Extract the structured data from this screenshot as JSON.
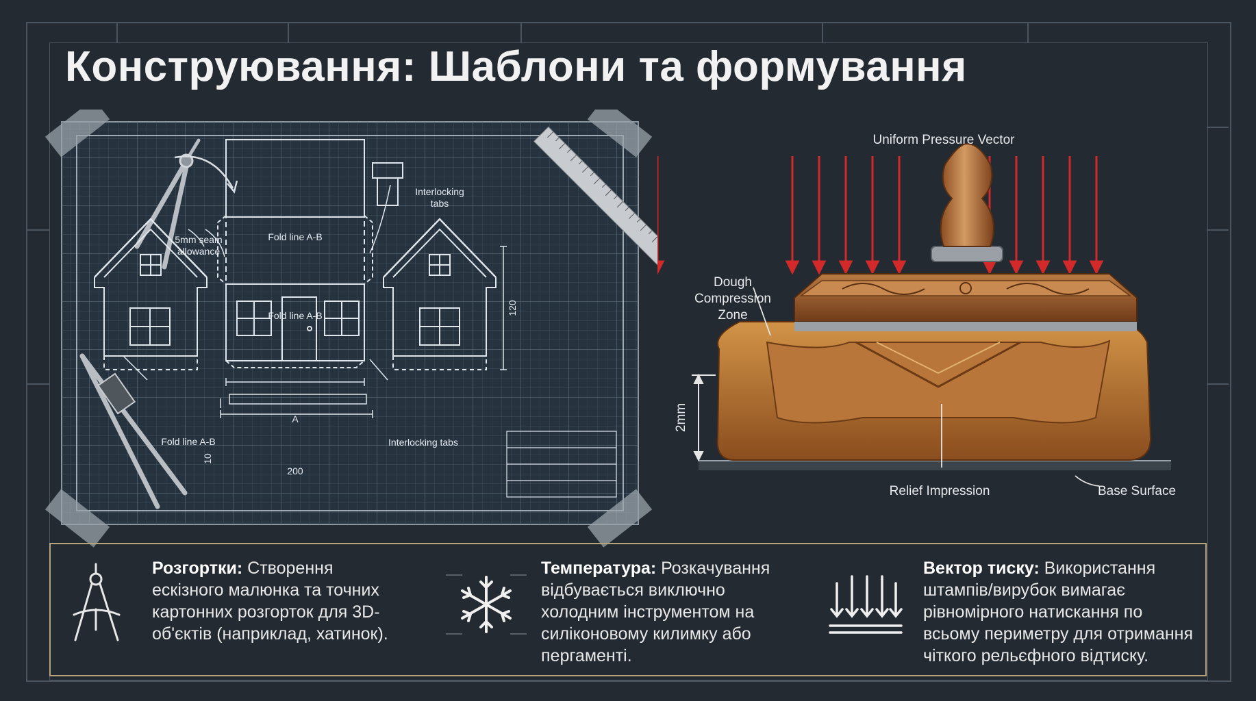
{
  "title": "Конструювання: Шаблони та формування",
  "blueprint": {
    "labels": {
      "seam": [
        "5mm seam",
        "allowance"
      ],
      "fold_top": "Fold line A-B",
      "fold_mid": "Fold line A-B",
      "fold_bottom": "Fold line A-B",
      "tabs_top": [
        "Interlocking",
        "tabs"
      ],
      "tabs_bottom": "Interlocking tabs",
      "dim_120": "120",
      "dim_200": "200",
      "dim_10": "10",
      "dim_a": "A"
    }
  },
  "stamp": {
    "labels": {
      "pressure": "Uniform Pressure Vector",
      "compression": [
        "Dough",
        "Compression",
        "Zone"
      ],
      "thickness": "2mm",
      "relief": "Relief Impression",
      "base": "Base Surface"
    }
  },
  "info": [
    {
      "icon": "compass-icon",
      "heading": "Розгортки:",
      "lines": [
        " Створення",
        "ескізного малюнка та точних",
        "картонних розгорток для 3D-",
        "об'єктів (наприклад, хатинок)."
      ]
    },
    {
      "icon": "snowflake-icon",
      "heading": "Температура:",
      "lines": [
        " Розкачування",
        "відбувається виключно",
        "холодним інструментом на",
        "силіконовому килимку або",
        "пергаменті."
      ]
    },
    {
      "icon": "pressure-arrows-icon",
      "heading": "Вектор тиску:",
      "lines": [
        " Використання",
        "штампів/вирубок вимагає",
        "рівномірного натискання по",
        "всьому периметру для отримання",
        "чіткого рельєфного відтиску."
      ]
    }
  ]
}
